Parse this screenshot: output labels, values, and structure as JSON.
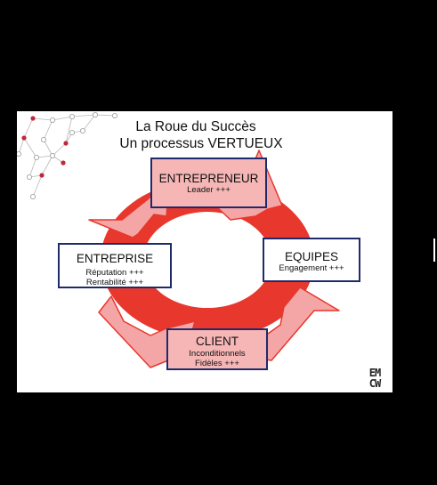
{
  "title": {
    "line1": "La Roue du Succès",
    "line2": "Un processus VERTUEUX"
  },
  "nodes": {
    "entrepreneur": {
      "label": "ENTREPRENEUR",
      "details": [
        "Leader +++"
      ]
    },
    "equipes": {
      "label": "EQUIPES",
      "details": [
        "Engagement +++"
      ]
    },
    "client": {
      "label": "CLIENT",
      "details": [
        "Inconditionnels",
        "Fidèles +++"
      ]
    },
    "entreprise": {
      "label": "ENTREPRISE",
      "details": [
        "Réputation +++",
        "Rentabilité +++"
      ]
    }
  },
  "logo": {
    "line1": "EM",
    "line2": "CW"
  },
  "colors": {
    "background": "#000000",
    "slide": "#ffffff",
    "wheel": "#e8372c",
    "arrow_head": "#f4a6a6",
    "box_border": "#1f2a6b",
    "network_dots": "#c0283a"
  }
}
